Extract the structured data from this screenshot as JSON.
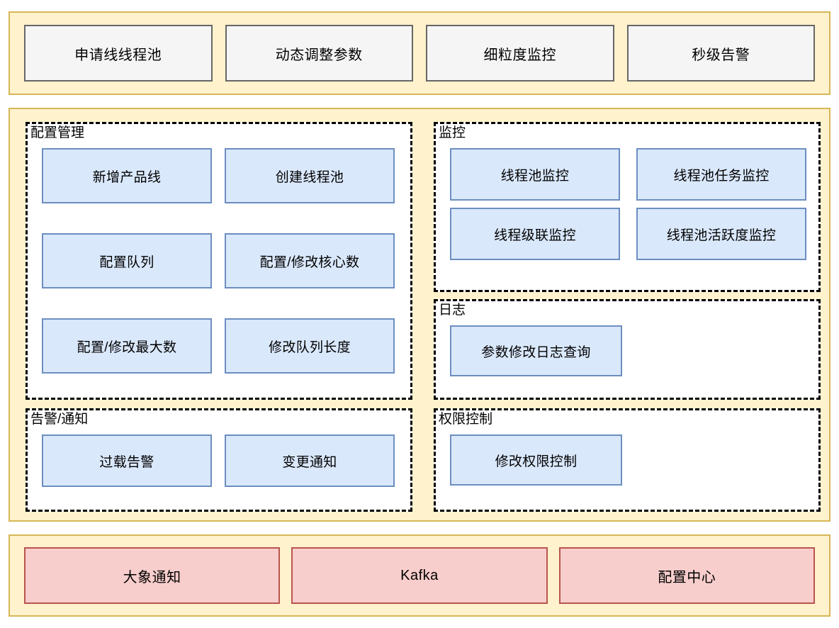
{
  "colors": {
    "band_fill": "#fff2cc",
    "band_border": "#d6b656",
    "gray_fill": "#f5f5f5",
    "gray_border": "#666666",
    "blue_fill": "#dae8fc",
    "blue_border": "#6c8ebf",
    "red_fill": "#f8cecc",
    "red_border": "#b85450",
    "group_border": "#000000",
    "group_fill": "#ffffff"
  },
  "top_band": {
    "items": [
      {
        "label": "申请线线程池"
      },
      {
        "label": "动态调整参数"
      },
      {
        "label": "细粒度监控"
      },
      {
        "label": "秒级告警"
      }
    ]
  },
  "middle_band": {
    "left_column": {
      "groups": [
        {
          "title": "配置管理",
          "items": [
            {
              "label": "新增产品线"
            },
            {
              "label": "创建线程池"
            },
            {
              "label": "配置队列"
            },
            {
              "label": "配置/修改核心数"
            },
            {
              "label": "配置/修改最大数"
            },
            {
              "label": "修改队列长度"
            }
          ]
        },
        {
          "title": "告警/通知",
          "items": [
            {
              "label": "过载告警"
            },
            {
              "label": "变更通知"
            }
          ]
        }
      ]
    },
    "right_column": {
      "groups": [
        {
          "title": "监控",
          "items": [
            {
              "label": "线程池监控"
            },
            {
              "label": "线程池任务监控"
            },
            {
              "label": "线程级联监控"
            },
            {
              "label": "线程池活跃度监控"
            }
          ]
        },
        {
          "title": "日志",
          "items": [
            {
              "label": "参数修改日志查询"
            }
          ]
        },
        {
          "title": "权限控制",
          "items": [
            {
              "label": "修改权限控制"
            }
          ]
        }
      ]
    }
  },
  "bottom_band": {
    "items": [
      {
        "label": "大象通知"
      },
      {
        "label": "Kafka"
      },
      {
        "label": "配置中心"
      }
    ]
  }
}
